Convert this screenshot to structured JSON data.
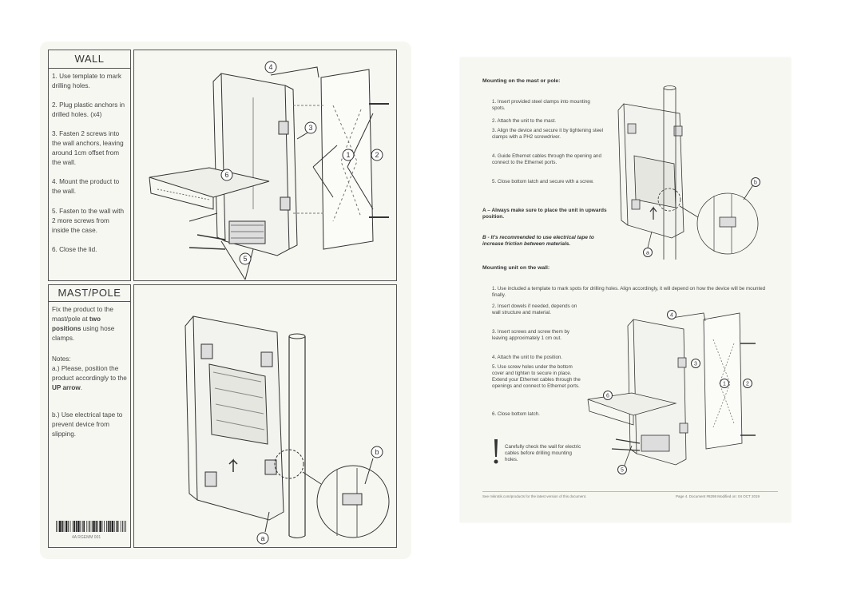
{
  "left_sheet": {
    "wall_title": "WALL",
    "wall_steps": [
      "1. Use template to mark drilling holes.",
      "2. Plug plastic anchors in drilled holes. (x4)",
      "3. Fasten 2 screws into the wall anchors, leaving around 1cm offset from the wall.",
      "4. Mount the product to the wall.",
      "5. Fasten to the wall with 2 more screws from inside the case.",
      "6. Close the lid."
    ],
    "mast_title": "MAST/POLE",
    "mast_intro_pre": "Fix the product to the mast/pole at ",
    "mast_intro_bold": "two positions",
    "mast_intro_post": " using hose clamps.",
    "notes_label": "Notes:",
    "note_a_pre": "a.) Please, position the product accordingly to the ",
    "note_a_bold": "UP arrow",
    "note_a_post": ".",
    "note_b": "b.) Use electrical tape to prevent device from slipping.",
    "barcode_text": "4A RGEMM 001",
    "callouts_wall": [
      "4",
      "3",
      "1",
      "2",
      "6",
      "5"
    ],
    "callouts_mast": [
      "b",
      "a"
    ]
  },
  "right_sheet": {
    "mast_heading": "Mounting on the mast or pole:",
    "mast_steps": [
      "1.   Insert provided steel clamps into mounting spots.",
      "2.   Attach the unit to the mast.",
      "3.   Align the device and secure it by tightening steel clamps with a PH2 screwdriver.",
      "4.   Guide Ethernet cables through the opening and connect to the Ethernet ports.",
      "5.   Close bottom latch and secure with a screw."
    ],
    "note_a": "A – Always make sure to place the unit in upwards position.",
    "note_b": "B - It's recommended to use electrical tape to increase friction between materials.",
    "wall_heading": "Mounting unit on the wall:",
    "wall_step1": "1.   Use included a template to mark spots for drilling holes. Align accordingly, it will depend on how the device will be mounted finally.",
    "wall_steps": [
      "2.   Insert dowels if needed, depends on wall structure and material.",
      "3.   Insert screws and screw them by leaving approximately 1 cm out.",
      "4.   Attach the unit to the position.",
      "5.   Use screw holes under the bottom cover and tighten to secure in place. Extend your Ethernet cables through the openings and connect to Ethernet ports.",
      "6.   Close bottom latch."
    ],
    "warning": "Carefully check the wall for electric cables before drilling mounting holes.",
    "footer_left": "See mikrotik.com/products for the latest version of this document.",
    "footer_right": "Page 4. Document #8298 Modified on: 04 OCT 2019",
    "callouts_mast": [
      "b",
      "a"
    ],
    "callouts_wall": [
      "4",
      "3",
      "1",
      "2",
      "6",
      "5"
    ]
  }
}
